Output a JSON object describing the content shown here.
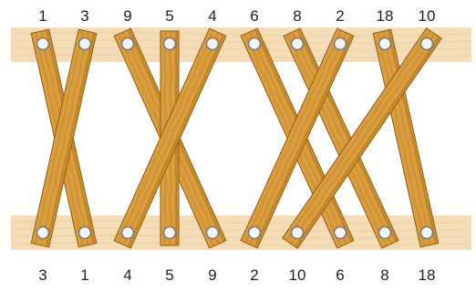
{
  "top_labels": [
    "1",
    "3",
    "9",
    "5",
    "4",
    "6",
    "8",
    "2",
    "18",
    "10"
  ],
  "bottom_labels": [
    "3",
    "1",
    "4",
    "5",
    "9",
    "2",
    "10",
    "6",
    "8",
    "18"
  ],
  "colors": {
    "rail": "#f3dcb6",
    "rail_grain": "#e9cd9f",
    "plank": "#d89a3a",
    "plank_dark": "#b77a22",
    "plank_edge": "#8f5c14",
    "pin_fill": "#f4f4f4",
    "pin_ring": "#7a7a7a",
    "text": "#222222"
  }
}
